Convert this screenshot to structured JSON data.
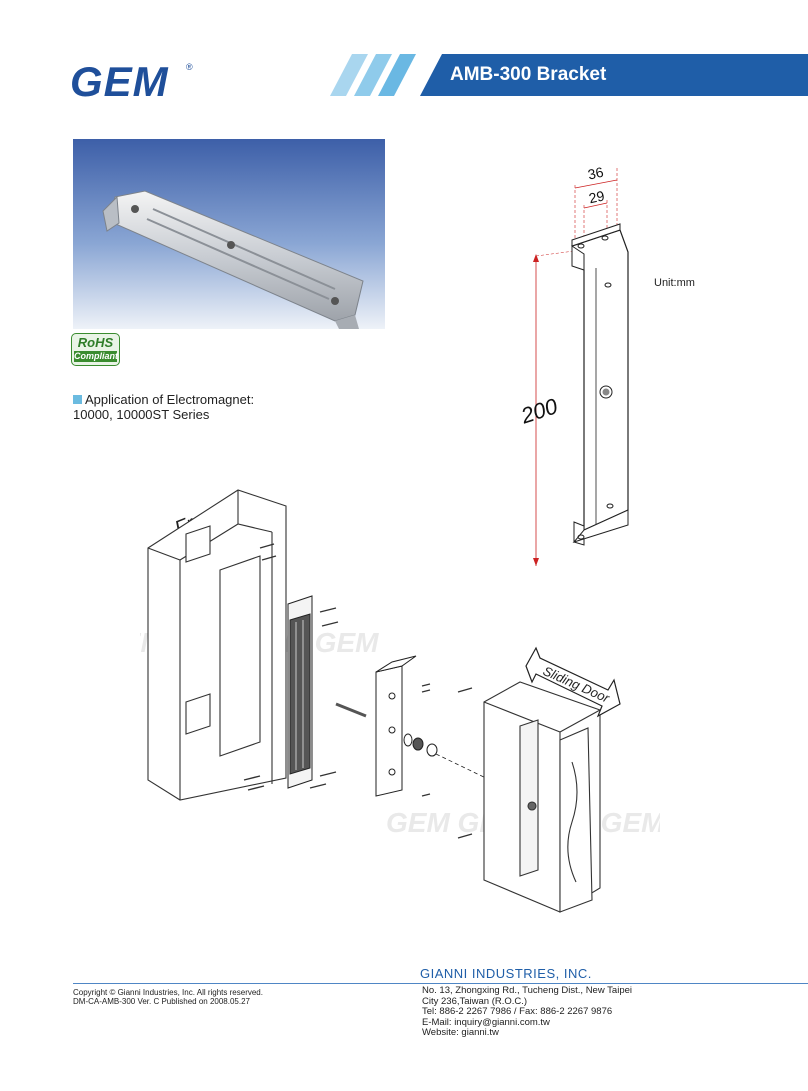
{
  "header": {
    "logo": "GEM",
    "logo_mark": "®",
    "title": "AMB-300 Bracket",
    "colors": {
      "brand": "#1f5ea8",
      "stripe": "#7fc0e6"
    }
  },
  "badge": {
    "line1": "RoHS",
    "line2": "Compliant"
  },
  "application": {
    "heading": "Application of Electromagnet:",
    "models": "10000, 10000ST Series"
  },
  "dimension_diagram": {
    "unit": "Unit:mm",
    "width_outer": "36",
    "width_inner": "29",
    "length": "200"
  },
  "assembly_diagram": {
    "frame_label": "Frame",
    "door_label": "Sliding Door",
    "watermark": "GEM GEM GEM GEM"
  },
  "footer": {
    "company": "GIANNI INDUSTRIES, INC.",
    "copyright": "Copyright © Gianni Industries, Inc. All rights reserved.",
    "doc_ref": "DM-CA-AMB-300   Ver. C  Published on 2008.05.27",
    "address1": "No. 13, Zhongxing Rd., Tucheng Dist., New Taipei",
    "address2": "City 236,Taiwan (R.O.C.)",
    "phone": "Tel: 886-2 2267 7986 / Fax: 886-2 2267 9876",
    "email": "E-Mail: inquiry@gianni.com.tw",
    "website": "Website: gianni.tw"
  }
}
